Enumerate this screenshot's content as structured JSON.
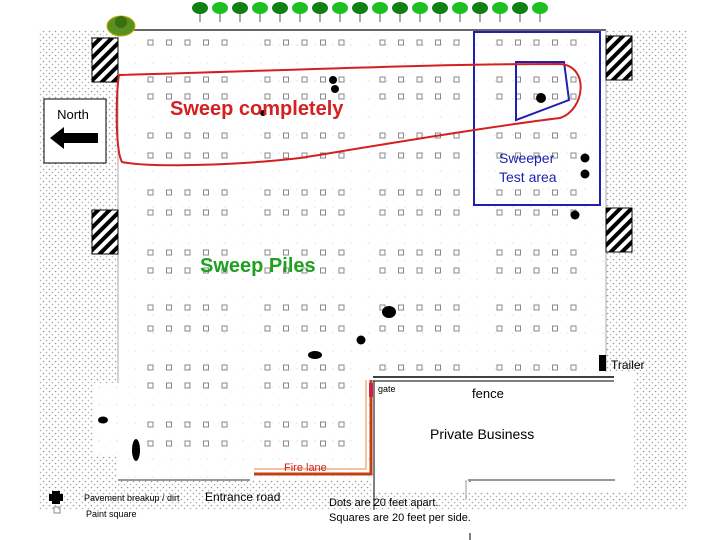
{
  "labels": {
    "north": "North",
    "sweep_completely": "Sweep completely",
    "sweeper_test_area_line1": "Sweeper",
    "sweeper_test_area_line2": "Test area",
    "sweep_piles": "Sweep Piles",
    "trailer": "Trailer",
    "gate": "gate",
    "fence": "fence",
    "private_business": "Private Business",
    "fire_lane": "Fire lane",
    "entrance_road": "Entrance road",
    "note_line1": "Dots are 20 feet apart.",
    "note_line2": "Squares are 20 feet per side."
  },
  "legend": [
    {
      "symbol": "pavement-breakup",
      "label": "Pavement breakup / dirt"
    },
    {
      "symbol": "paint-square",
      "label": "Paint square"
    }
  ],
  "colors": {
    "sweep_completely": "#d42020",
    "test_area": "#2020b0",
    "sweep_piles": "#20a020",
    "fire_lane": "#c04010"
  }
}
